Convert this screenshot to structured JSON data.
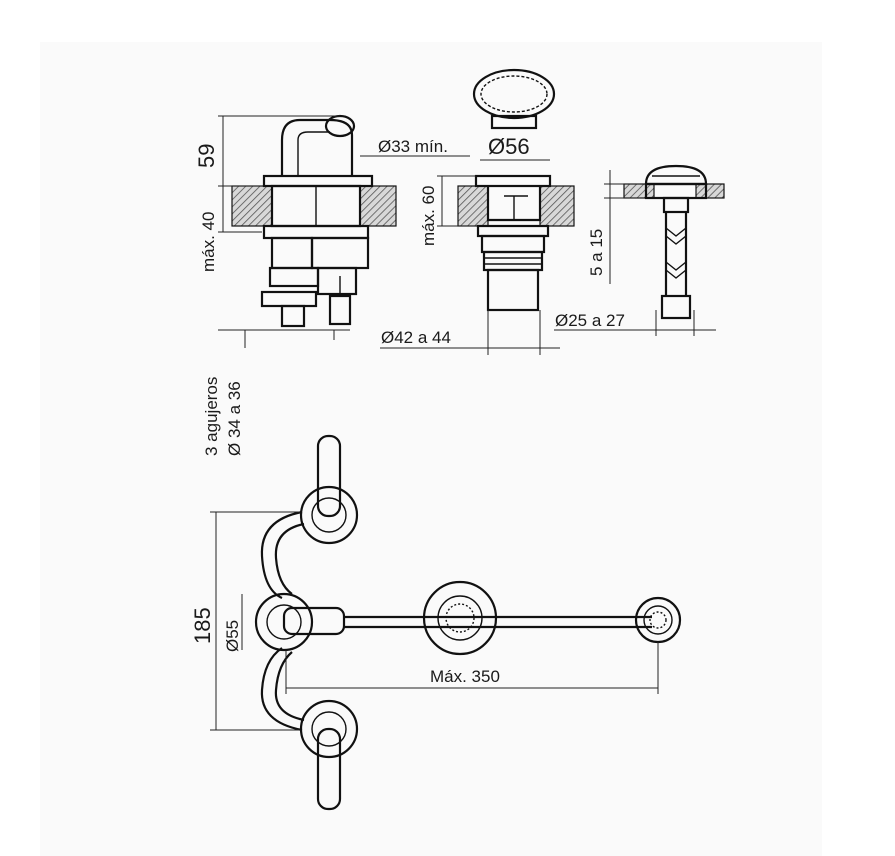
{
  "labels": {
    "side_height": "59",
    "side_max_depth": "máx. 40",
    "holes_count": "3 agujeros",
    "holes_diameter": "Ø 34 a 36",
    "spout_min_hole": "Ø33 mín.",
    "spout_diameter": "Ø56",
    "spout_max_depth": "máx. 60",
    "spout_bottom": "Ø42 a 44",
    "drain_thickness": "5 a 15",
    "drain_diameter": "Ø25 a 27",
    "plan_width": "185",
    "plan_rosette": "Ø55",
    "plan_max_length": "Máx. 350"
  },
  "colors": {
    "line": "#111111",
    "hatch": "#555555",
    "background": "#fafafa"
  }
}
